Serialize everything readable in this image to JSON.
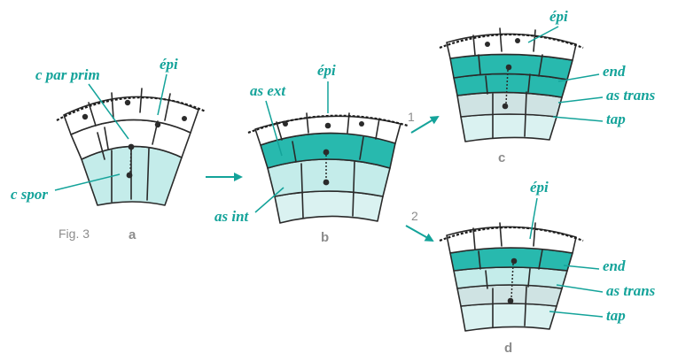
{
  "figure_label": "Fig. 3",
  "colors": {
    "label_teal": "#14a39a",
    "outer_parietal_teal": "#28b9ae",
    "light_teal": "#c4ecea",
    "pale_teal": "#daf2f1",
    "gray_teal": "#cfe3e3",
    "cell_white": "#ffffff",
    "outline": "#2a2a2a",
    "letter_gray": "#8c8c8c"
  },
  "panels": {
    "a": {
      "letter": "a",
      "labels": {
        "parietal": "c par prim",
        "epidermis": "épi",
        "sporogenous": "c spor"
      }
    },
    "b": {
      "letter": "b",
      "labels": {
        "epidermis": "épi",
        "outer_layer": "as ext",
        "inner_layer": "as int"
      }
    },
    "c": {
      "letter": "c",
      "step": "1",
      "labels": {
        "epidermis": "épi",
        "endothecium": "end",
        "middle_layer": "as trans",
        "tapetum": "tap"
      }
    },
    "d": {
      "letter": "d",
      "step": "2",
      "labels": {
        "epidermis": "épi",
        "endothecium": "end",
        "middle_layer": "as trans",
        "tapetum": "tap"
      }
    }
  }
}
